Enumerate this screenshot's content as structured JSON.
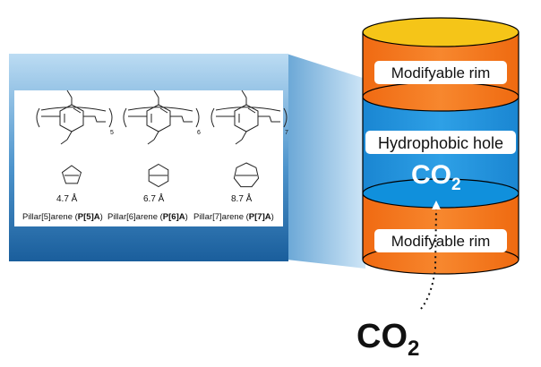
{
  "panel": {
    "molecules": [
      {
        "subscript": "5",
        "distance": "4.7 Å",
        "name": "Pillar[5]arene (",
        "code": "P[5]A",
        "close": ")",
        "ring_sides": 5
      },
      {
        "subscript": "6",
        "distance": "6.7 Å",
        "name": "Pillar[6]arene (",
        "code": "P[6]A",
        "close": ")",
        "ring_sides": 6
      },
      {
        "subscript": "7",
        "distance": "8.7 Å",
        "name": "Pillar[7]arene (",
        "code": "P[7]A",
        "close": ")",
        "ring_sides": 7
      }
    ]
  },
  "cylinder": {
    "top_label": "Modifyable rim",
    "middle_label": "Hydrophobic hole",
    "bottom_label": "Modifyable rim",
    "inner_co2": {
      "main": "CO",
      "sub": "2"
    }
  },
  "outside_co2": {
    "main": "CO",
    "sub": "2"
  },
  "colors": {
    "rim_orange": "#f47a20",
    "top_yellow": "#f5c518",
    "hole_blue": "#1e90d8",
    "panel_blue_dark": "#1a5e9c",
    "panel_blue_light": "#bcdcf3"
  }
}
